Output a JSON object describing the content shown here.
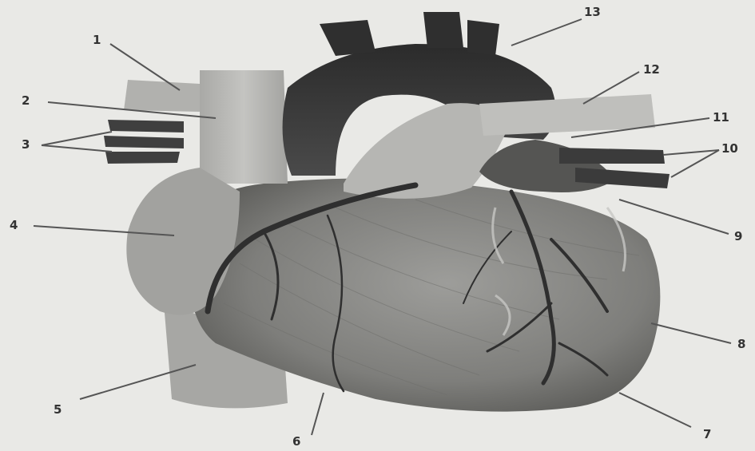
{
  "labels": {
    "l1": "1",
    "l2": "2",
    "l3": "3",
    "l4": "4",
    "l5": "5",
    "l6": "6",
    "l7": "7",
    "l8": "8",
    "l9": "9",
    "l10": "10",
    "l11": "11",
    "l12": "12",
    "l13": "13"
  },
  "colors": {
    "background": "#e9e9e6",
    "heart_surface": "#8f8f8c",
    "aorta": "#3a3a3a",
    "vessels_light": "#b8b8b5",
    "vessels_dark": "#2e2e2e",
    "leader_lines": "#555555"
  }
}
